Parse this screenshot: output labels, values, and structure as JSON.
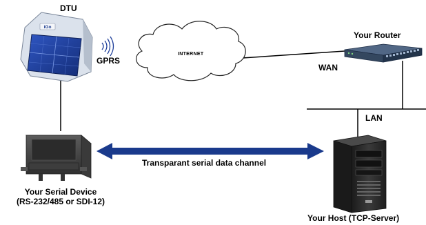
{
  "labels": {
    "dtu": "DTU",
    "gprs": "GPRS",
    "internet": "INTERNET",
    "router": "Your Router",
    "wan": "WAN",
    "lan": "LAN",
    "channel": "Transparant serial data channel",
    "serial_device_line1": "Your Serial Device",
    "serial_device_line2": "(RS-232/485 or SDI-12)",
    "host": "Your Host (TCP-Server)",
    "dtu_brand": "iGo"
  },
  "colors": {
    "arrow": "#1a3a8c",
    "lines": "#000000",
    "cloud_stroke": "#222222",
    "solar_panel": "#1f3f9a",
    "dtu_body": "#e0e5ee",
    "router_body": "#2a3f5e",
    "device_body": "#4a4a4a",
    "host_body": "#2b2b2b"
  },
  "icons": {
    "dtu": "dtu-solar-unit-icon",
    "gprs": "wireless-signal-icon",
    "internet": "cloud-icon",
    "router": "router-switch-icon",
    "serial_device": "serial-device-enclosure-icon",
    "host": "tower-pc-icon"
  }
}
